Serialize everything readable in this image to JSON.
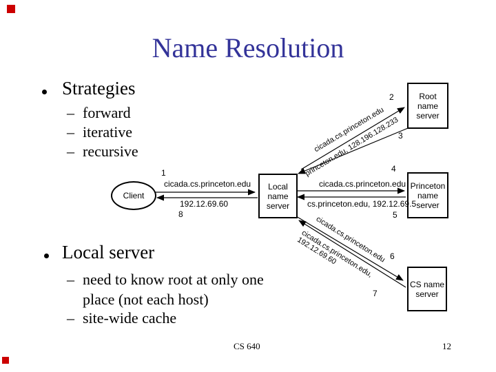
{
  "colors": {
    "title_blue": "#333399",
    "accent_red": "#cc0000"
  },
  "title": "Name Resolution",
  "bullets": {
    "strategies": {
      "marker": "•",
      "label": "Strategies",
      "items": [
        {
          "marker": "–",
          "text": "forward"
        },
        {
          "marker": "–",
          "text": "iterative"
        },
        {
          "marker": "–",
          "text": "recursive"
        }
      ]
    },
    "local_server": {
      "marker": "•",
      "label": "Local server",
      "items": [
        {
          "marker": "–",
          "text": "need to know root at only one place (not each host)"
        },
        {
          "marker": "–",
          "text": "site-wide cache"
        }
      ]
    }
  },
  "diagram": {
    "nodes": {
      "client": "Client",
      "local": "Local name server",
      "root": "Root name server",
      "princeton": "Princeton name server",
      "cs": "CS name server"
    },
    "labels": {
      "step1_num": "1",
      "step1_query": "cicada.cs.princeton.edu",
      "step2_num": "2",
      "step2_query": "cicada.cs.princeton.edu",
      "step3_num": "3",
      "step3_reply": "princeton.edu, 128.196.128.233",
      "step4_num": "4",
      "step4_query": "cicada.cs.princeton.edu",
      "step5_num": "5",
      "step5_reply": "cs.princeton.edu, 192.12.69.5",
      "step6_num": "6",
      "step6_query": "cicada.cs.princeton.edu",
      "step7_num": "7",
      "step7_reply_line1": "cicada.cs.princeton.edu,",
      "step7_reply_line2": "192.12.69.60",
      "step8_num": "8",
      "step8_reply": "192.12.69.60"
    }
  },
  "footer": {
    "course": "CS 640",
    "page_number": "12"
  }
}
